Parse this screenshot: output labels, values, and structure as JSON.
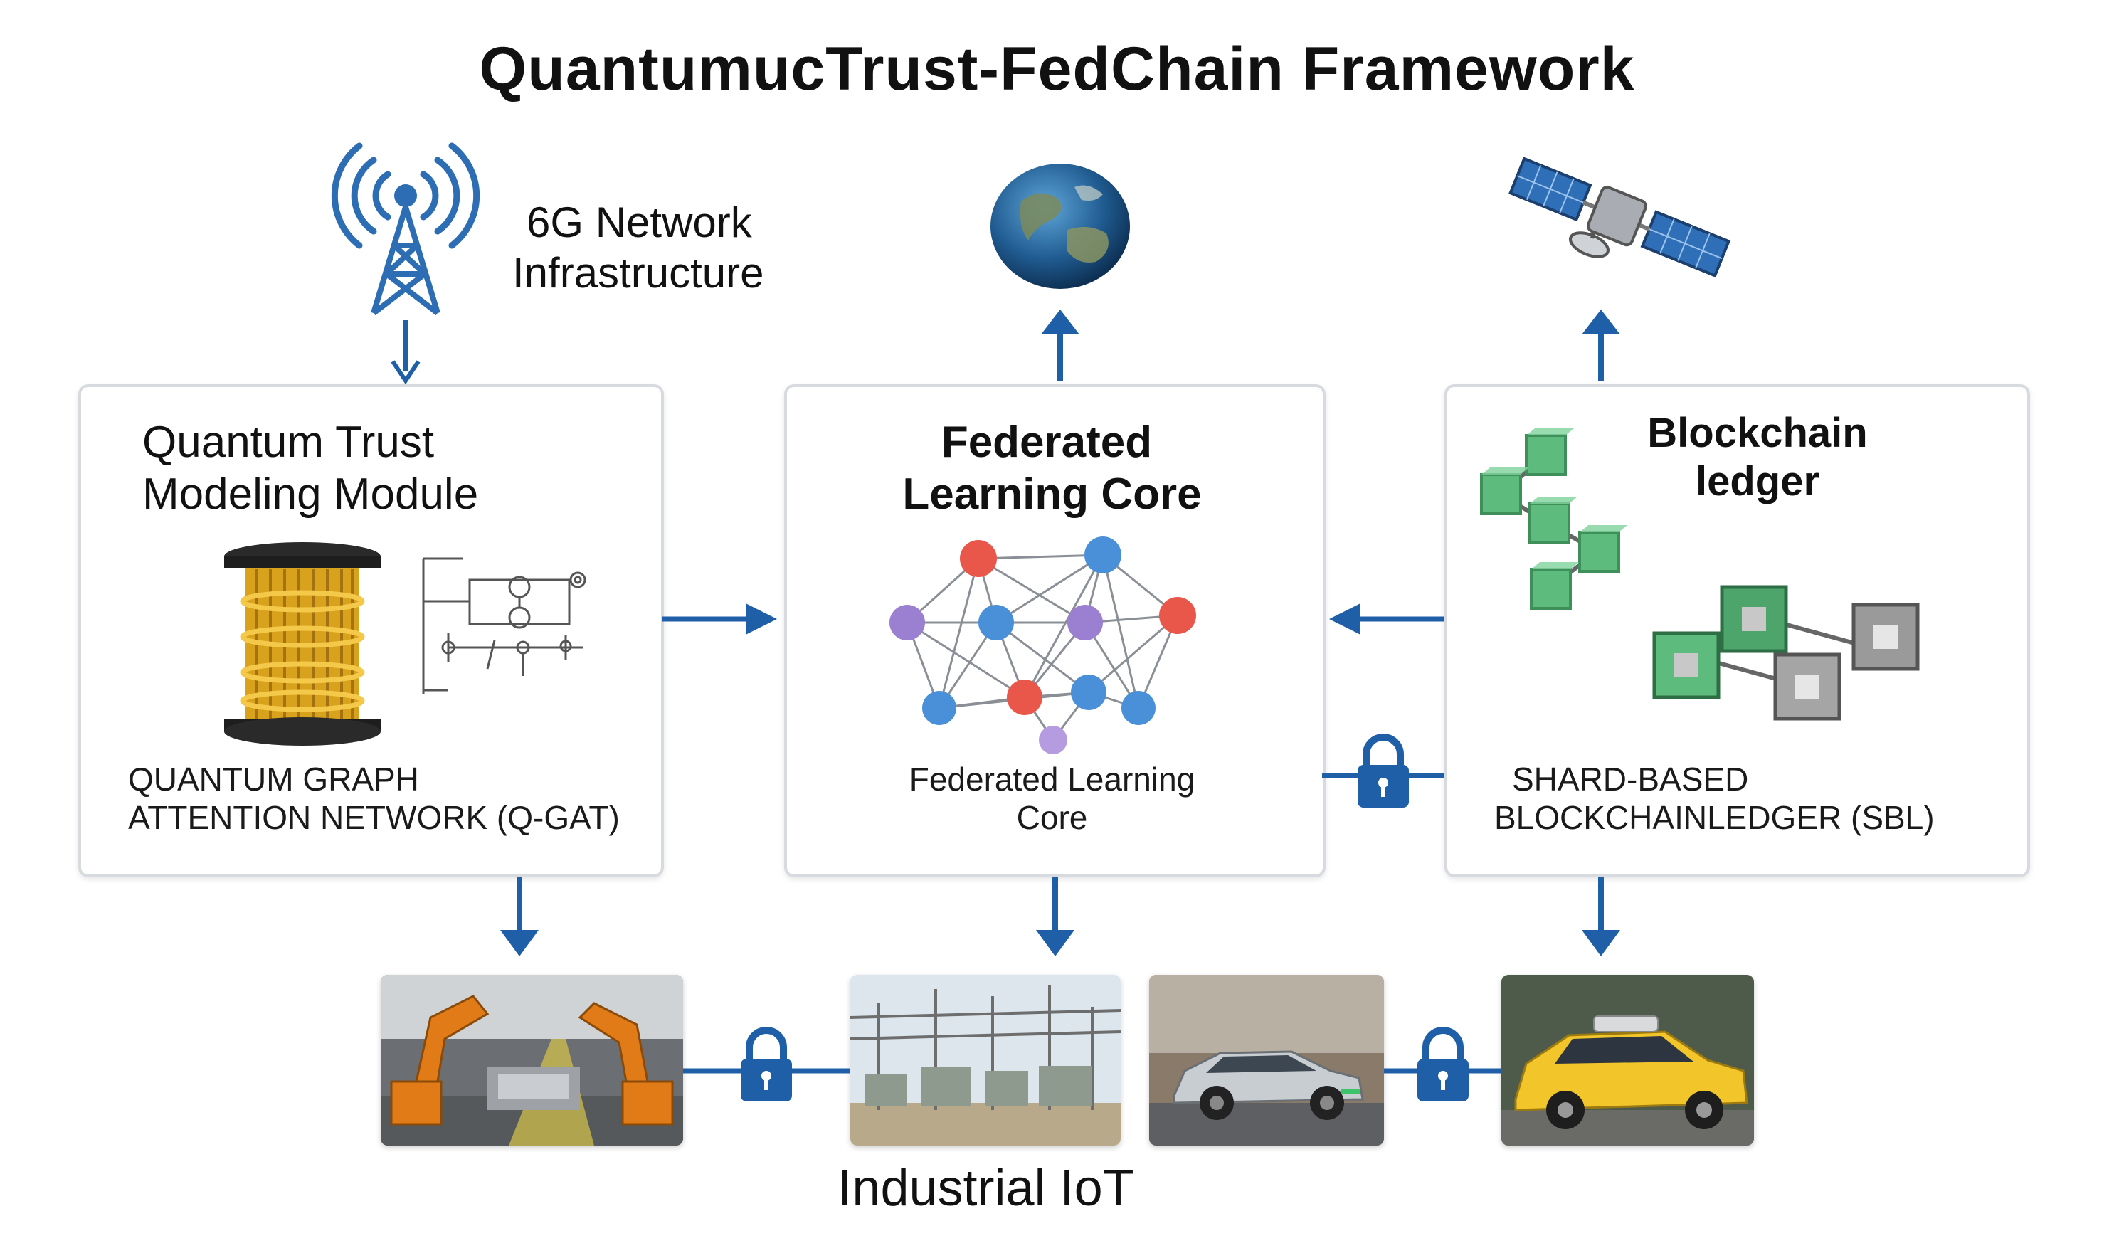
{
  "title": "QuantumucTrust-FedChain Framework",
  "infrastructure": {
    "label_line1": "6G Network",
    "label_line2": "Infrastructure",
    "tower_icon": "cell-tower-icon",
    "globe_icon": "globe-icon",
    "satellite_icon": "satellite-icon"
  },
  "quantum_module": {
    "title_line1": "Quantum Trust",
    "title_line2": "Modeling Module",
    "caption_line1": "QUANTUM GRAPH",
    "caption_line2": "ATTENTION NETWORK (Q-GAT)",
    "chip_icon": "quantum-chip-icon",
    "circuit_icon": "quantum-circuit-icon"
  },
  "federated_core": {
    "title_line1": "Federated",
    "title_line2": "Learning Core",
    "caption_line1": "Federated Learning",
    "caption_line2": "Core",
    "network_icon": "neural-network-icon"
  },
  "blockchain": {
    "title_line1": "Blockchain",
    "title_line2": "ledger",
    "caption_line1": "SHARD-BASED",
    "caption_line2": "BLOCKCHAINLEDGER (SBL)",
    "blocks_icon": "blockchain-blocks-icon"
  },
  "iot": {
    "label": "Industrial IoT",
    "devices": [
      {
        "name": "robotic-factory-image"
      },
      {
        "name": "power-substation-image"
      },
      {
        "name": "electric-car-image"
      },
      {
        "name": "autonomous-taxi-image"
      }
    ]
  },
  "colors": {
    "arrow": "#1f5fa8",
    "lock": "#1f5fa8",
    "box_border": "#d7dbe0",
    "node_red": "#e8574a",
    "node_blue": "#4a90d9",
    "node_purple": "#9b7fd0",
    "block_green": "#5dbb7d"
  }
}
